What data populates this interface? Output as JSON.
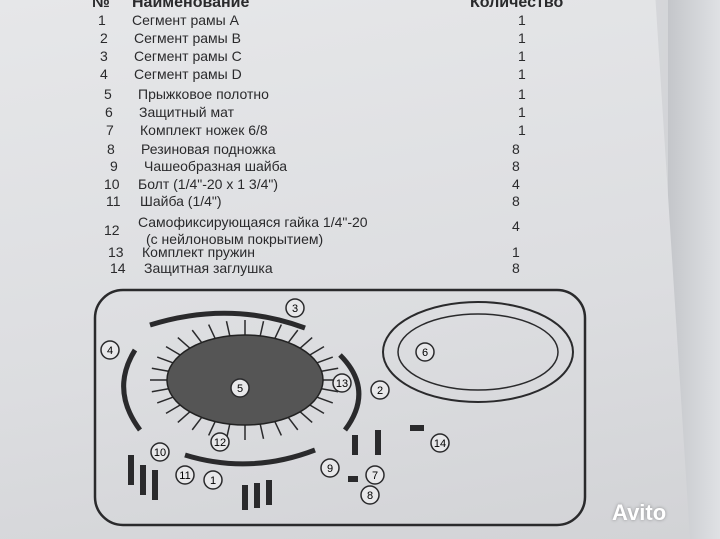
{
  "table": {
    "headers": {
      "number": "№",
      "name": "Наименование",
      "quantity": "Количество"
    },
    "rows": [
      {
        "n": "1",
        "name": "Сегмент рамы A",
        "qty": "1"
      },
      {
        "n": "2",
        "name": "Сегмент рамы B",
        "qty": "1"
      },
      {
        "n": "3",
        "name": "Сегмент рамы C",
        "qty": "1"
      },
      {
        "n": "4",
        "name": "Сегмент рамы D",
        "qty": "1"
      },
      {
        "n": "5",
        "name": "Прыжковое полотно",
        "qty": "1"
      },
      {
        "n": "6",
        "name": "Защитный мат",
        "qty": "1"
      },
      {
        "n": "7",
        "name": "Комплект ножек 6/8",
        "qty": "1"
      },
      {
        "n": "8",
        "name": "Резиновая подножка",
        "qty": "8"
      },
      {
        "n": "9",
        "name": "Чашеобразная шайба",
        "qty": "8"
      },
      {
        "n": "10",
        "name": "Болт (1/4\"-20 x 1 3/4\")",
        "qty": "4"
      },
      {
        "n": "11",
        "name": "Шайба (1/4\")",
        "qty": "8"
      },
      {
        "n": "12",
        "name": "Самофиксирующаяся гайка 1/4\"-20",
        "name2": "(с нейлоновым покрытием)",
        "qty": "4"
      },
      {
        "n": "13",
        "name": "Комплект пружин",
        "qty": "1"
      },
      {
        "n": "14",
        "name": "Защитная заглушка",
        "qty": "8"
      }
    ]
  },
  "diagram": {
    "callouts": [
      "1",
      "2",
      "3",
      "4",
      "5",
      "6",
      "7",
      "8",
      "9",
      "10",
      "11",
      "12",
      "13",
      "14"
    ]
  },
  "watermark": {
    "text": "Avito"
  }
}
